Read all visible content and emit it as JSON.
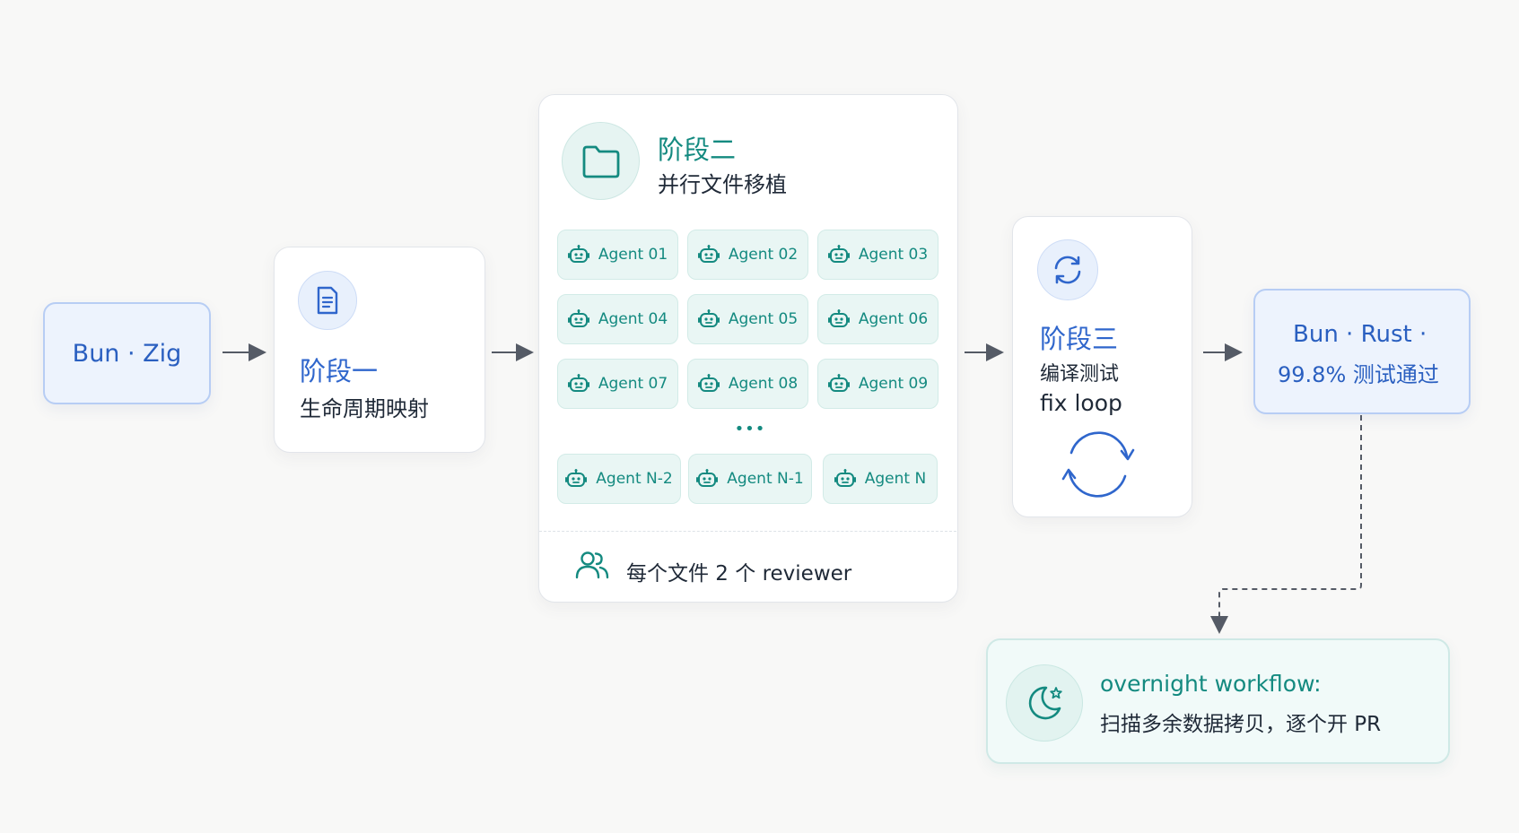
{
  "source_node": {
    "label": "Bun · Zig"
  },
  "stage1": {
    "title": "阶段一",
    "subtitle": "生命周期映射",
    "icon": "document-icon"
  },
  "stage2": {
    "title": "阶段二",
    "subtitle": "并行文件移植",
    "icon": "folder-icon",
    "agents": [
      "Agent 01",
      "Agent 02",
      "Agent 03",
      "Agent 04",
      "Agent 05",
      "Agent 06",
      "Agent 07",
      "Agent 08",
      "Agent 09"
    ],
    "ellipsis": "•••",
    "last_agents": [
      "Agent N-2",
      "Agent N-1",
      "Agent N"
    ],
    "footer": "每个文件 2 个 reviewer",
    "footer_icon": "users-icon"
  },
  "stage3": {
    "title": "阶段三",
    "line1": "编译测试",
    "line2": "fix loop",
    "icon": "refresh-icon"
  },
  "result_node": {
    "line1": "Bun · Rust ·",
    "line2": "99.8% 测试通过"
  },
  "overnight": {
    "title": "overnight workflow:",
    "text": "扫描多余数据拷贝，逐个开 PR",
    "icon": "moon-star-icon"
  },
  "colors": {
    "blue": "#2f66cc",
    "teal": "#148a80",
    "arrow": "#555b66"
  }
}
